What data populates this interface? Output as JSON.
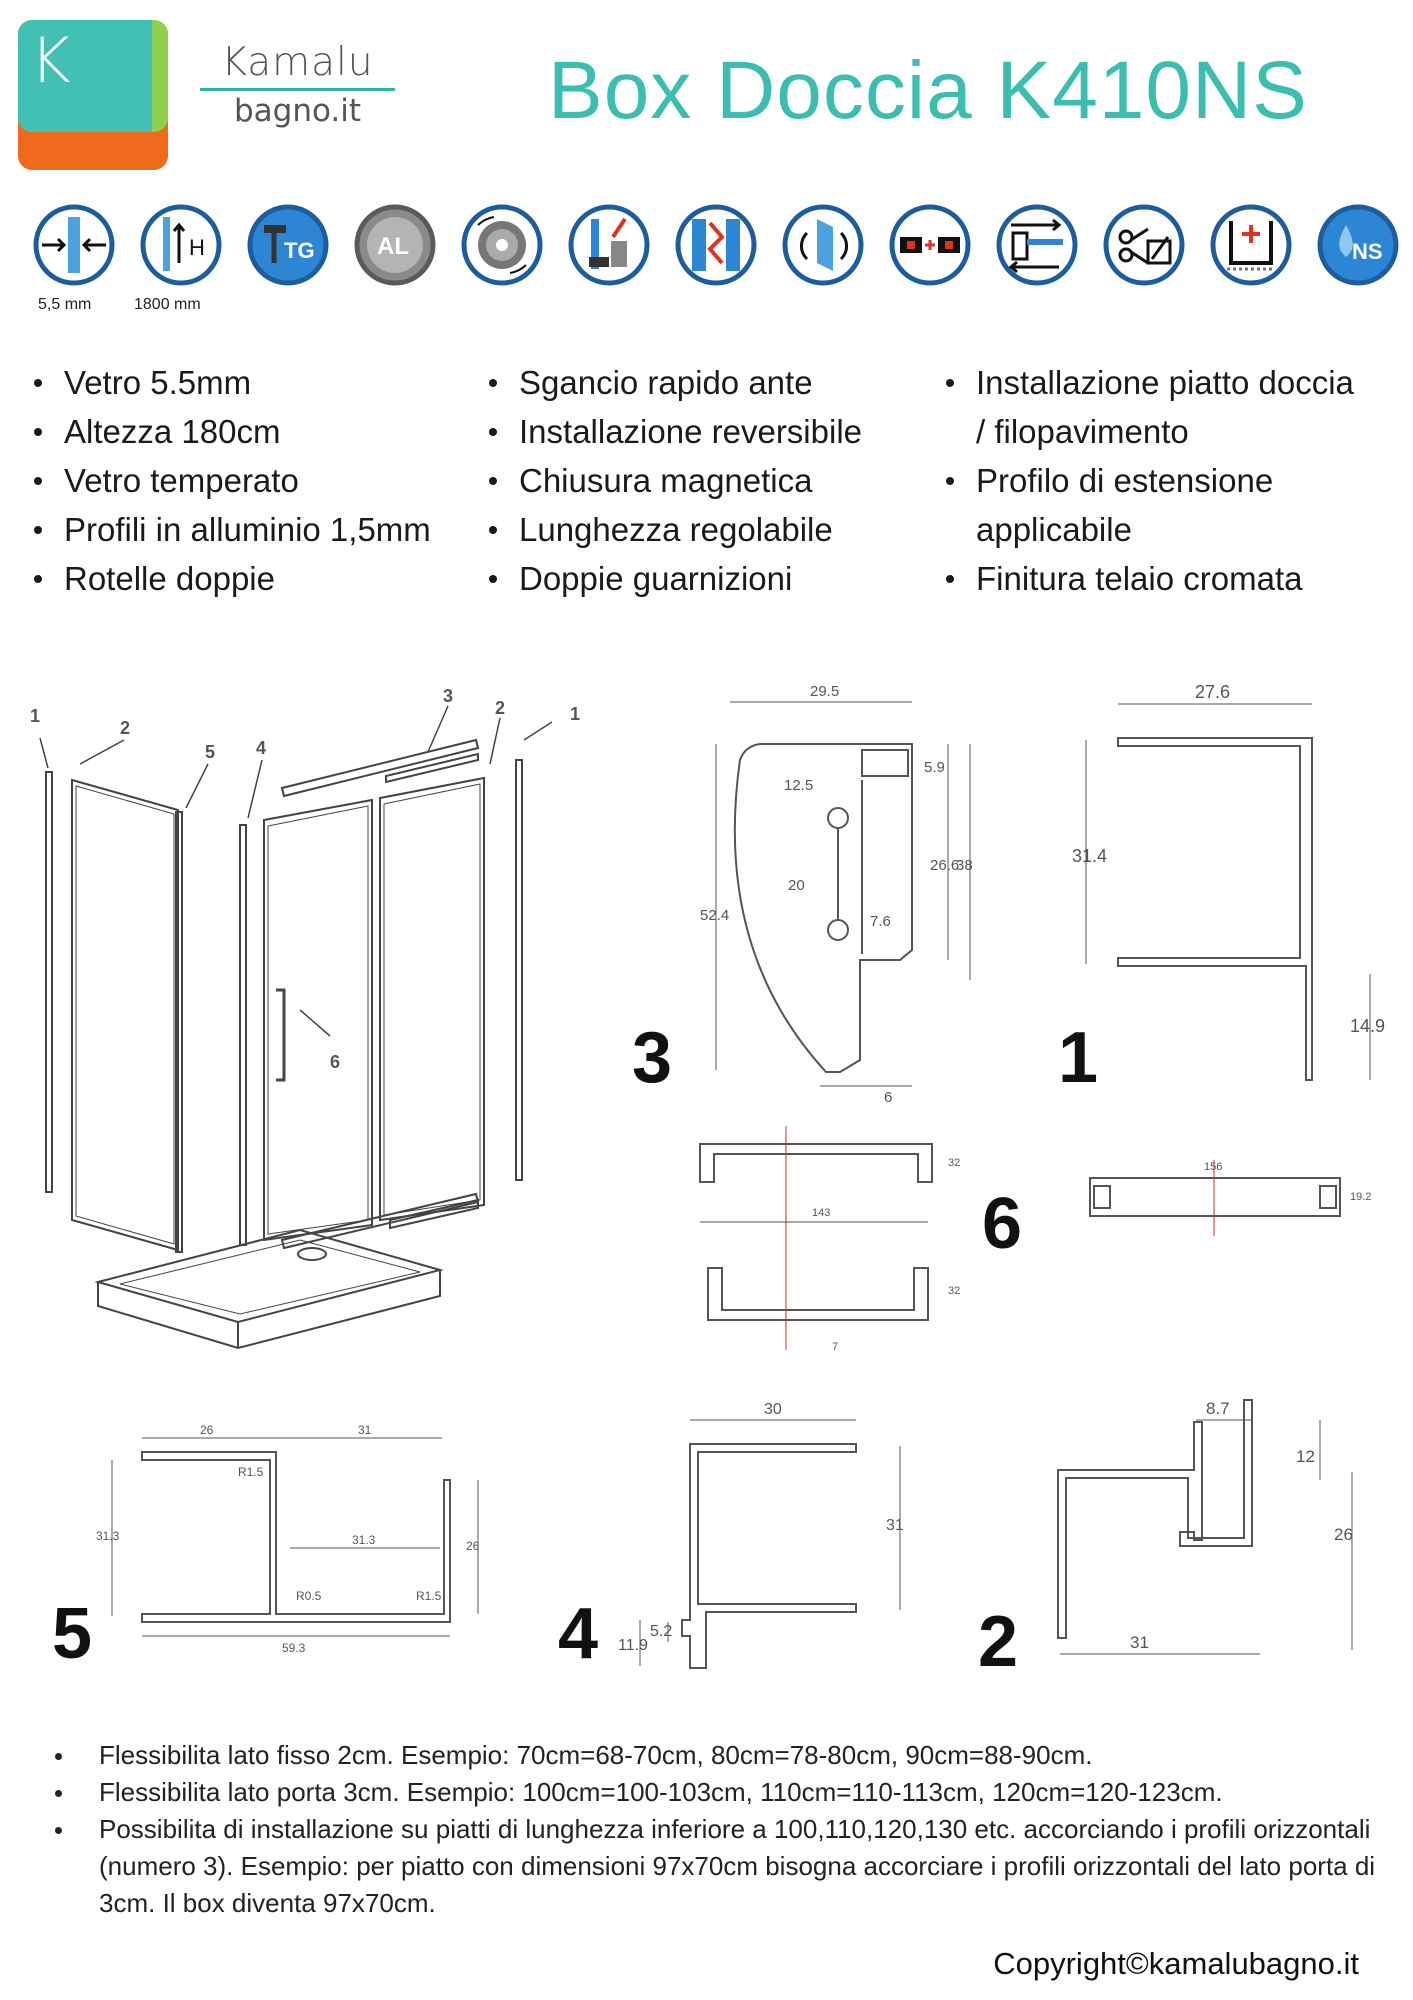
{
  "brand": {
    "logo_letter": "K",
    "name_line1": "Kamalu",
    "name_line2": "bagno.it",
    "colors": {
      "teal": "#42c0b4",
      "green": "#8fd14f",
      "orange": "#f06a1d",
      "title": "#3bbdb0"
    }
  },
  "title": "Box Doccia K410NS",
  "icons": [
    {
      "name": "glass-thickness-icon",
      "caption": "5,5 mm"
    },
    {
      "name": "height-icon",
      "caption": "1800 mm",
      "label": "H"
    },
    {
      "name": "tempered-glass-icon",
      "label": "TG"
    },
    {
      "name": "aluminium-icon",
      "label": "AL"
    },
    {
      "name": "double-rollers-icon"
    },
    {
      "name": "quick-release-icon"
    },
    {
      "name": "reversible-install-icon"
    },
    {
      "name": "magnetic-closure-icon"
    },
    {
      "name": "magnet-strip-icon"
    },
    {
      "name": "adjustable-length-icon"
    },
    {
      "name": "cut-to-size-icon"
    },
    {
      "name": "flush-floor-icon"
    },
    {
      "name": "no-stain-icon",
      "label": "NS"
    }
  ],
  "features": {
    "col1": [
      "Vetro 5.5mm",
      "Altezza 180cm",
      "Vetro temperato",
      "Profili in alluminio 1,5mm",
      "Rotelle doppie"
    ],
    "col2": [
      "Sgancio rapido ante",
      "Installazione reversibile",
      "Chiusura magnetica",
      "Lunghezza regolabile",
      "Doppie guarnizioni"
    ],
    "col3": [
      {
        "text": "Installazione piatto doccia",
        "cont": false
      },
      {
        "text": "/ filopavimento",
        "cont": true
      },
      {
        "text": "Profilo di estensione",
        "cont": false
      },
      {
        "text": "applicabile",
        "cont": true
      },
      {
        "text": "Finitura telaio cromata",
        "cont": false
      }
    ]
  },
  "exploded_view": {
    "callouts": [
      "1",
      "2",
      "5",
      "4",
      "3",
      "2",
      "1",
      "6"
    ]
  },
  "figures": {
    "fig3": {
      "number": "3",
      "dims": [
        "29.5",
        "5.9",
        "12.5",
        "52.4",
        "26.6",
        "38",
        "20",
        "7.6",
        "6"
      ]
    },
    "fig1": {
      "number": "1",
      "dims": [
        "27.6",
        "31.4",
        "14.9"
      ]
    },
    "fig6": {
      "number": "6",
      "dims": [
        "32",
        "143",
        "32",
        "7",
        "156",
        "19.2"
      ]
    },
    "fig5": {
      "number": "5",
      "dims": [
        "26",
        "31",
        "R1.5",
        "31.3",
        "31.3",
        "26",
        "R0.5",
        "R1.5",
        "59.3"
      ]
    },
    "fig4": {
      "number": "4",
      "dims": [
        "30",
        "31",
        "11.9",
        "5.2"
      ]
    },
    "fig2": {
      "number": "2",
      "dims": [
        "8.7",
        "12",
        "26",
        "31"
      ]
    }
  },
  "notes": [
    "Flessibilita lato fisso 2cm. Esempio: 70cm=68-70cm, 80cm=78-80cm, 90cm=88-90cm.",
    "Flessibilita lato porta 3cm. Esempio: 100cm=100-103cm, 110cm=110-113cm, 120cm=120-123cm.",
    "Possibilita di installazione su piatti di lunghezza inferiore a 100,110,120,130 etc. accorciando i profili orizzontali (numero 3). Esempio: per piatto con dimensioni 97x70cm bisogna accorciare i profili orizzontali del lato porta di 3cm. Il box diventa 97x70cm."
  ],
  "copyright": "Copyright©kamalubagno.it"
}
